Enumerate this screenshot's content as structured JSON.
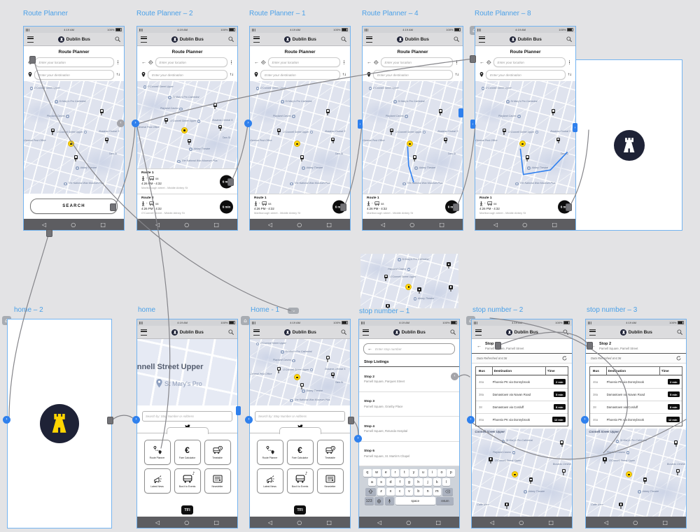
{
  "titles": {
    "rp": "Route Planner",
    "rp2": "Route Planner – 2",
    "rp1": "Route Planner – 1",
    "rp4": "Route Planner – 4",
    "rp8": "Route Planner – 8",
    "home2": "home – 2",
    "home": "home",
    "home1": "Home - 1",
    "stop1": "stop number – 1",
    "stop2": "stop number – 2",
    "stop3": "stop number – 3"
  },
  "status": {
    "time": "4:19 AM",
    "battery": "100%"
  },
  "app": {
    "title": "Dublin Bus"
  },
  "nav": {
    "back": "◁",
    "home": "○",
    "recents": "□"
  },
  "route_planner": {
    "title": "Route Planner",
    "location_placeholder": "Enter your location",
    "destination_placeholder": "Enter your destination",
    "search": "SEARCH",
    "route1": {
      "name": "Route 1",
      "bus": "08",
      "time": "4:26 PM - 4:32",
      "desc": "Marlborough street - Middle Abbey St",
      "badge": "6 min"
    },
    "route2": {
      "name": "Route 2",
      "bus": "08",
      "time": "4:26 PM - 4:32",
      "desc": "O'Connell Street - Middle Abbey St",
      "badge": "6 min"
    }
  },
  "home": {
    "street_big": "onnell Street Upper",
    "street_sub": "St Mary's Pro",
    "search_placeholder": "Search by: Stop Number or Address",
    "fare_symbol": "€",
    "tfi": "TFI",
    "tiles": [
      {
        "label": "Route Planner"
      },
      {
        "label": "Fare Calculator"
      },
      {
        "label": "Timetable"
      },
      {
        "label": "Latest News"
      },
      {
        "label": "Bus it to Events"
      },
      {
        "label": "Newsletter"
      }
    ]
  },
  "stops": {
    "search_placeholder": "Enter stop number",
    "listings_title": "Stop Listings",
    "listings": [
      {
        "name": "Stop 2",
        "addr": "Parnell Square, Parques Street"
      },
      {
        "name": "Stop 3",
        "addr": "Parnell Square, Granby Place"
      },
      {
        "name": "Stop 4",
        "addr": "Parnell Square, Rotunda Hospital"
      },
      {
        "name": "Stop 6",
        "addr": "Parnell Square, St. Martin's Chapel"
      }
    ],
    "detail": {
      "name": "Stop 2",
      "addr": "Parnell Square, Parnell Street",
      "refreshed": "Data Refreshed at 6:36",
      "cols": {
        "bus": "Bus",
        "dest": "Destination",
        "time": "Time"
      },
      "rows": [
        {
          "bus": "46a",
          "dest": "Phoenix PK via Donnybrook",
          "time": "2 min"
        },
        {
          "bus": "38a",
          "dest": "Damastown via Navan Road",
          "time": "5 min"
        },
        {
          "bus": "38",
          "dest": "Damastown via Corduff",
          "time": "8 min"
        },
        {
          "bus": "46a",
          "dest": "Phoenix PK via Donnybrook",
          "time": "12 min"
        }
      ]
    }
  },
  "keyboard": {
    "row1": [
      "q",
      "w",
      "e",
      "r",
      "t",
      "y",
      "u",
      "i",
      "o",
      "p"
    ],
    "row2": [
      "a",
      "s",
      "d",
      "f",
      "g",
      "h",
      "j",
      "k",
      "l"
    ],
    "row3": [
      "z",
      "x",
      "c",
      "v",
      "b",
      "n",
      "m"
    ],
    "mode": "123",
    "space": "space",
    "return": "return"
  },
  "maps": {
    "rp": [
      {
        "t": "poi-l",
        "pos": "left:6%;top:5%",
        "label": "O'Connell Street Upper"
      },
      {
        "t": "poi-l",
        "pos": "left:31%;top:17%",
        "label": "St Mary's Pro Cathedral"
      },
      {
        "t": "l-poi",
        "pos": "left:23%;top:30%",
        "label": "Playland Casino"
      },
      {
        "t": "stop",
        "pos": "left:27%;top:42%"
      },
      {
        "t": "text",
        "pos": "left:32%;top:45%",
        "label": "O'Connell Street Upper"
      },
      {
        "t": "poi",
        "pos": "left:60%;top:44%"
      },
      {
        "t": "you",
        "pos": "left:44%;top:53%"
      },
      {
        "t": "stop",
        "pos": "left:76%;top:25%"
      },
      {
        "t": "text",
        "pos": "left:74%;top:44%",
        "label": "Busáras Central S"
      },
      {
        "t": "stop",
        "pos": "left:81%;top:50%"
      },
      {
        "t": "text",
        "pos": "left:-1%;top:52%",
        "label": "General Post Office"
      },
      {
        "t": "stop",
        "pos": "left:50%;top:66%"
      },
      {
        "t": "poi-l",
        "pos": "left:52%;top:76%",
        "label": "Abbey Theatre"
      },
      {
        "t": "text",
        "pos": "left:84%;top:64%",
        "label": "Tara St"
      },
      {
        "t": "poi-l",
        "pos": "left:40%;top:90%",
        "label": "The National Wax Museum Plus"
      }
    ],
    "stop": [
      {
        "t": "text-b",
        "pos": "left:2%;top:3%",
        "label": "Connell Street Upper"
      },
      {
        "t": "poi-l",
        "pos": "left:30%;top:13%",
        "label": "St Mary's Pro Cathedral"
      },
      {
        "t": "l-poi",
        "pos": "left:21%;top:26%",
        "label": "Playland Casino"
      },
      {
        "t": "stop",
        "pos": "left:17%;top:33%"
      },
      {
        "t": "text",
        "pos": "left:22%;top:36%",
        "label": "O'Connell Street Upper"
      },
      {
        "t": "you",
        "pos": "left:40%;top:49%"
      },
      {
        "t": "stop",
        "pos": "left:88%;top:14%"
      },
      {
        "t": "text",
        "pos": "left:80%;top:40%",
        "label": "Busáras Central Station"
      },
      {
        "t": "stop",
        "pos": "left:90%;top:46%"
      },
      {
        "t": "stop",
        "pos": "left:57%;top:56%"
      },
      {
        "t": "poi-l",
        "pos": "left:52%;top:70%",
        "label": "Abbey Theatre"
      },
      {
        "t": "stop",
        "pos": "left:33%;top:84%"
      },
      {
        "t": "text",
        "pos": "left:4%;top:86%",
        "label": "Caffè Nero"
      }
    ],
    "frag": [
      {
        "t": "poi-l",
        "pos": "left:38%;top:8%",
        "label": "St Mary's Pro Cathedral"
      },
      {
        "t": "l-poi",
        "pos": "left:28%;top:26%",
        "label": "Playland Casino"
      },
      {
        "t": "stop",
        "pos": "left:24%;top:38%"
      },
      {
        "t": "text",
        "pos": "left:29%;top:41%",
        "label": "O'Connell Street Upper"
      },
      {
        "t": "you",
        "pos": "left:46%;top:55%"
      },
      {
        "t": "stop",
        "pos": "left:88%;top:16%"
      },
      {
        "t": "stop",
        "pos": "left:58%;top:62%"
      },
      {
        "t": "poi-l",
        "pos": "left:54%;top:80%",
        "label": "Abbey Theatre"
      },
      {
        "t": "stop",
        "pos": "left:90%;top:58%"
      },
      {
        "t": "stop",
        "pos": "left:26%;top:92%"
      }
    ]
  }
}
